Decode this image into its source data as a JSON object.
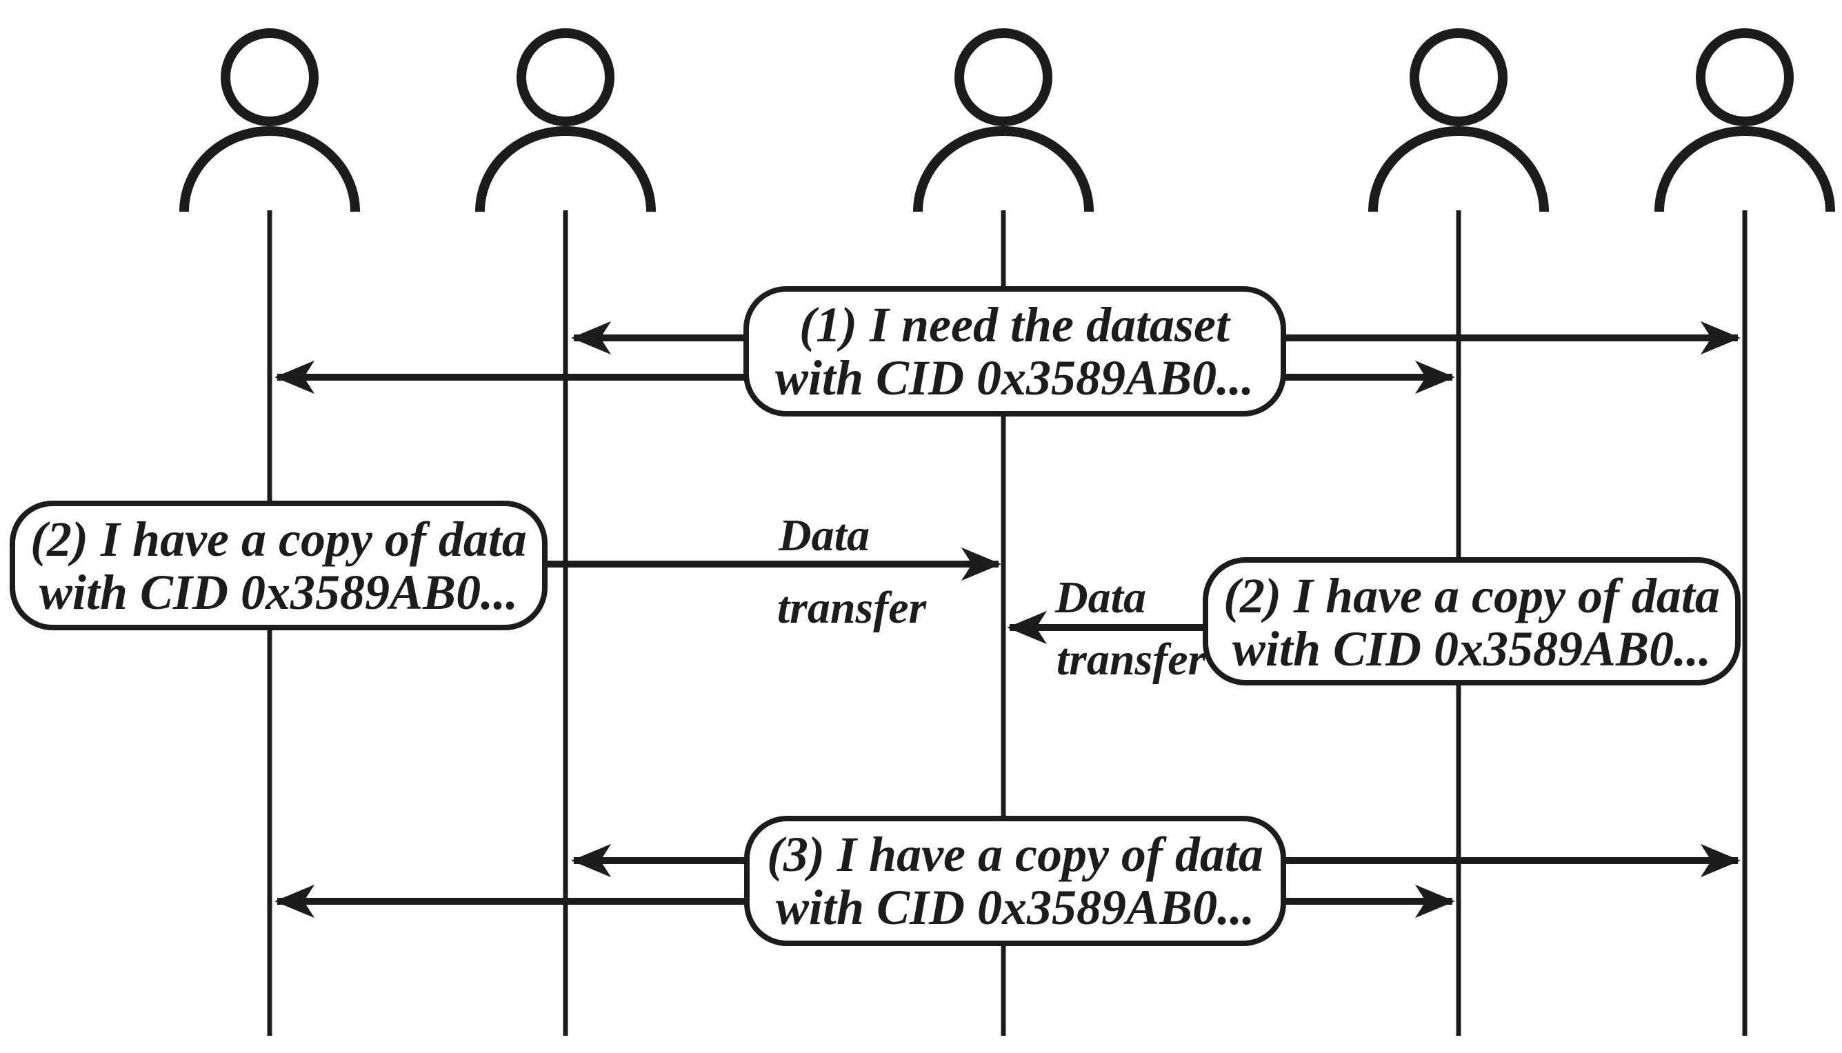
{
  "figure": {
    "type": "sequence-diagram",
    "background_color": "#ffffff",
    "ink_color": "#1c1c1c",
    "actors": {
      "count": 5,
      "icon": "person-icon"
    },
    "bubbles": {
      "request": {
        "line1": "(1) I need the dataset",
        "line2": "with CID 0x3589AB0..."
      },
      "reply_left": {
        "line1": "(2) I have a copy of data",
        "line2": "with CID 0x3589AB0..."
      },
      "reply_right": {
        "line1": "(2) I have a copy of data",
        "line2": "with CID 0x3589AB0..."
      },
      "announce": {
        "line1": "(3) I have a copy of data",
        "line2": "with CID 0x3589AB0..."
      }
    },
    "labels": {
      "transfer_left": {
        "line1": "Data",
        "line2": "transfer"
      },
      "transfer_right": {
        "line1": "Data",
        "line2": "transfer"
      }
    }
  }
}
